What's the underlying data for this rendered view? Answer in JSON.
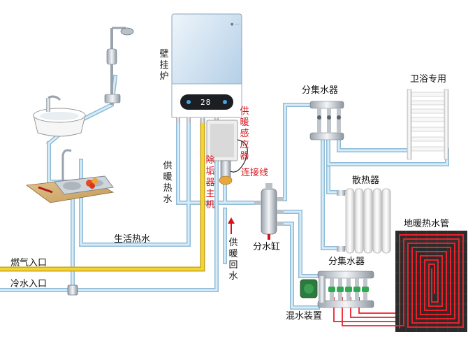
{
  "labels": {
    "boiler": "壁挂炉",
    "boiler_display": "28",
    "heating_sensor": "供暖感应器",
    "connecting_wire": "连接线",
    "descaler_host": "除垢器主机",
    "heating_supply": "供暖热水",
    "heating_return": "供暖回水",
    "manifold_top": "分集水器",
    "manifold_bottom": "分集水器",
    "bathroom_only": "卫浴专用",
    "radiator": "散热器",
    "floor_heating_pipe": "地暖热水管",
    "water_tank": "分水缸",
    "mixing_device": "混水装置",
    "domestic_hot_water": "生活热水",
    "gas_inlet": "燃气入口",
    "cold_water_inlet": "冷水入口"
  },
  "colors": {
    "hot_pipe": "#b3d9ef",
    "gas_pipe": "#f3d437",
    "floor_pipe": "#e8222a",
    "floor_panel": "#2b2b2b",
    "red_text": "#d4141c"
  }
}
